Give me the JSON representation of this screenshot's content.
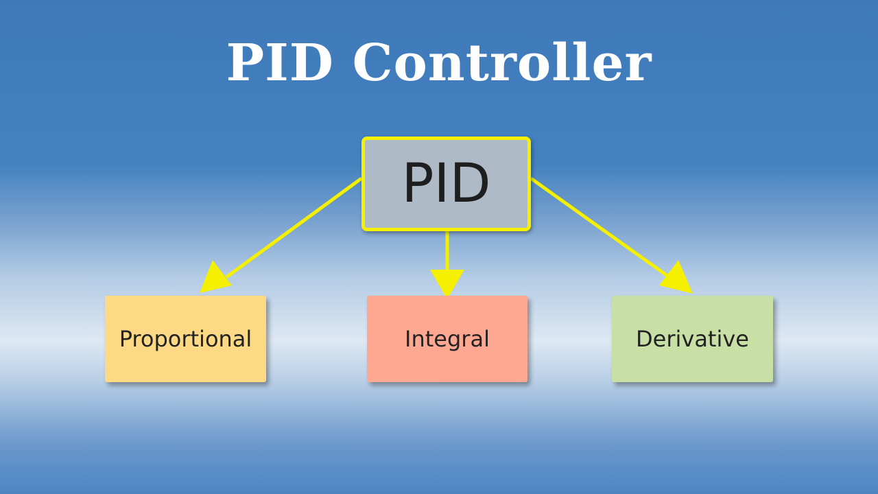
{
  "title": "PID Controller",
  "root": {
    "label": "PID",
    "fill": "#aebbc6",
    "border": "#f4f000"
  },
  "children": [
    {
      "label": "Proportional",
      "fill": "#fdd986"
    },
    {
      "label": "Integral",
      "fill": "#fea891"
    },
    {
      "label": "Derivative",
      "fill": "#c8e0a5"
    }
  ],
  "arrow_color": "#f4f000",
  "edges": [
    {
      "from": "PID",
      "to": "Proportional"
    },
    {
      "from": "PID",
      "to": "Integral"
    },
    {
      "from": "PID",
      "to": "Derivative"
    }
  ]
}
